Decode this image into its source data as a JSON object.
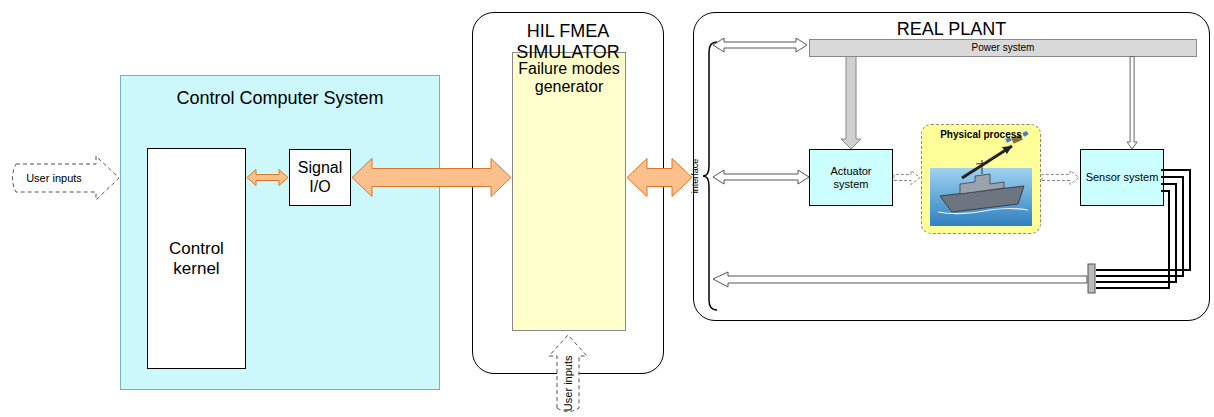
{
  "diagram": {
    "nodes": [
      {
        "text": [
          "Control Computer System"
        ]
      },
      {
        "text": [
          "Control kernel"
        ],
        "in": 0
      },
      {
        "text": [
          "Signal I/O"
        ],
        "in": 0
      },
      {
        "text": [
          "HIL FMEA SIMULATOR"
        ]
      },
      {
        "text": [
          "Failure modes generator"
        ],
        "in": 3
      },
      {
        "text": [
          "REAL PLANT"
        ]
      },
      {
        "text": [
          "Power system"
        ],
        "in": 5
      },
      {
        "text": [
          "Actuator system"
        ],
        "in": 5
      },
      {
        "text": [
          "Physical process"
        ],
        "in": 5
      },
      {
        "text": [
          "Sensor system"
        ],
        "in": 5
      },
      {
        "text": [
          "User inputs"
        ]
      },
      {
        "text": [
          "User inputs"
        ]
      }
    ],
    "edges": [
      {
        "from": 1,
        "to": 2,
        "arrow": "both"
      },
      {
        "from": 2,
        "to": 4,
        "arrow": "both"
      },
      {
        "from": 4,
        "to": 5,
        "arrow": "both"
      },
      {
        "from": 6,
        "to": 7,
        "arrow": "to"
      },
      {
        "from": 6,
        "to": 9,
        "arrow": "to"
      },
      {
        "from": 7,
        "to": 8,
        "arrow": "to"
      },
      {
        "from": 8,
        "to": 9,
        "arrow": "to"
      }
    ],
    "labels": [
      "interface"
    ]
  }
}
